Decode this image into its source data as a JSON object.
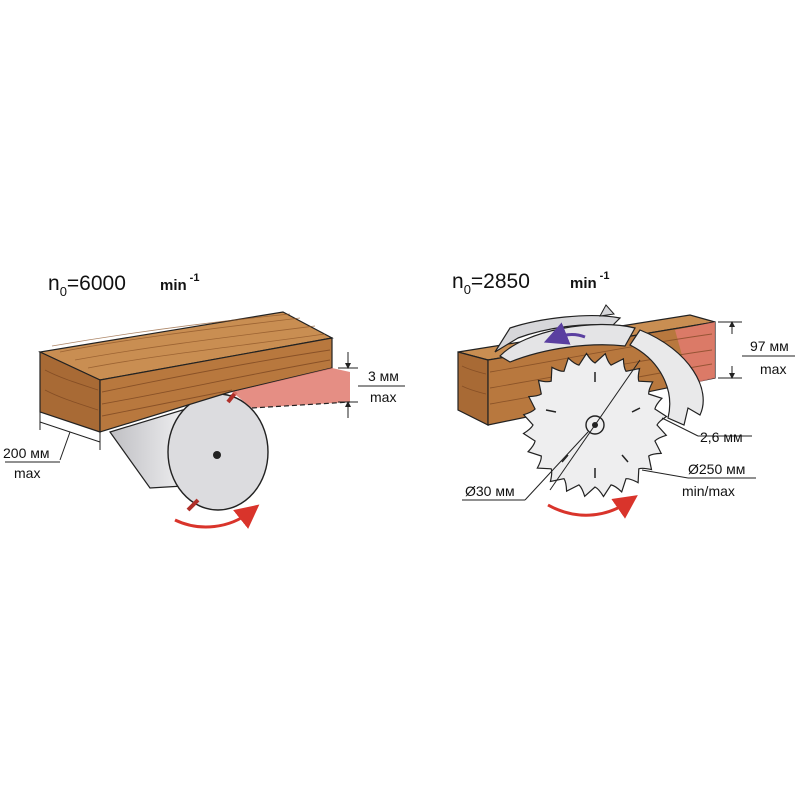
{
  "colors": {
    "wood_front": "#b8783e",
    "wood_top": "#c98e52",
    "wood_grain": "#8a5226",
    "cut_layer": "#e07a6e",
    "cutter_body": "#d9d9dc",
    "blade": "#e6e6e8",
    "arrow_red": "#d9342b",
    "arrow_purple": "#5a3fa0",
    "line": "#222222"
  },
  "planer": {
    "speed_n": "n",
    "speed_sub": "0",
    "speed_value": "=6000",
    "unit": "min",
    "unit_exp": "-1",
    "depth_value": "3 мм",
    "depth_max": "max",
    "width_value": "200 мм",
    "width_max": "max"
  },
  "saw": {
    "speed_n": "n",
    "speed_sub": "0",
    "speed_value": "=2850",
    "unit": "min",
    "unit_exp": "-1",
    "height_value": "97 мм",
    "height_max": "max",
    "kerf_value": "2,6 мм",
    "blade_diameter": "Ø250 мм",
    "blade_diameter_note": "min/max",
    "bore_diameter": "Ø30 мм"
  }
}
